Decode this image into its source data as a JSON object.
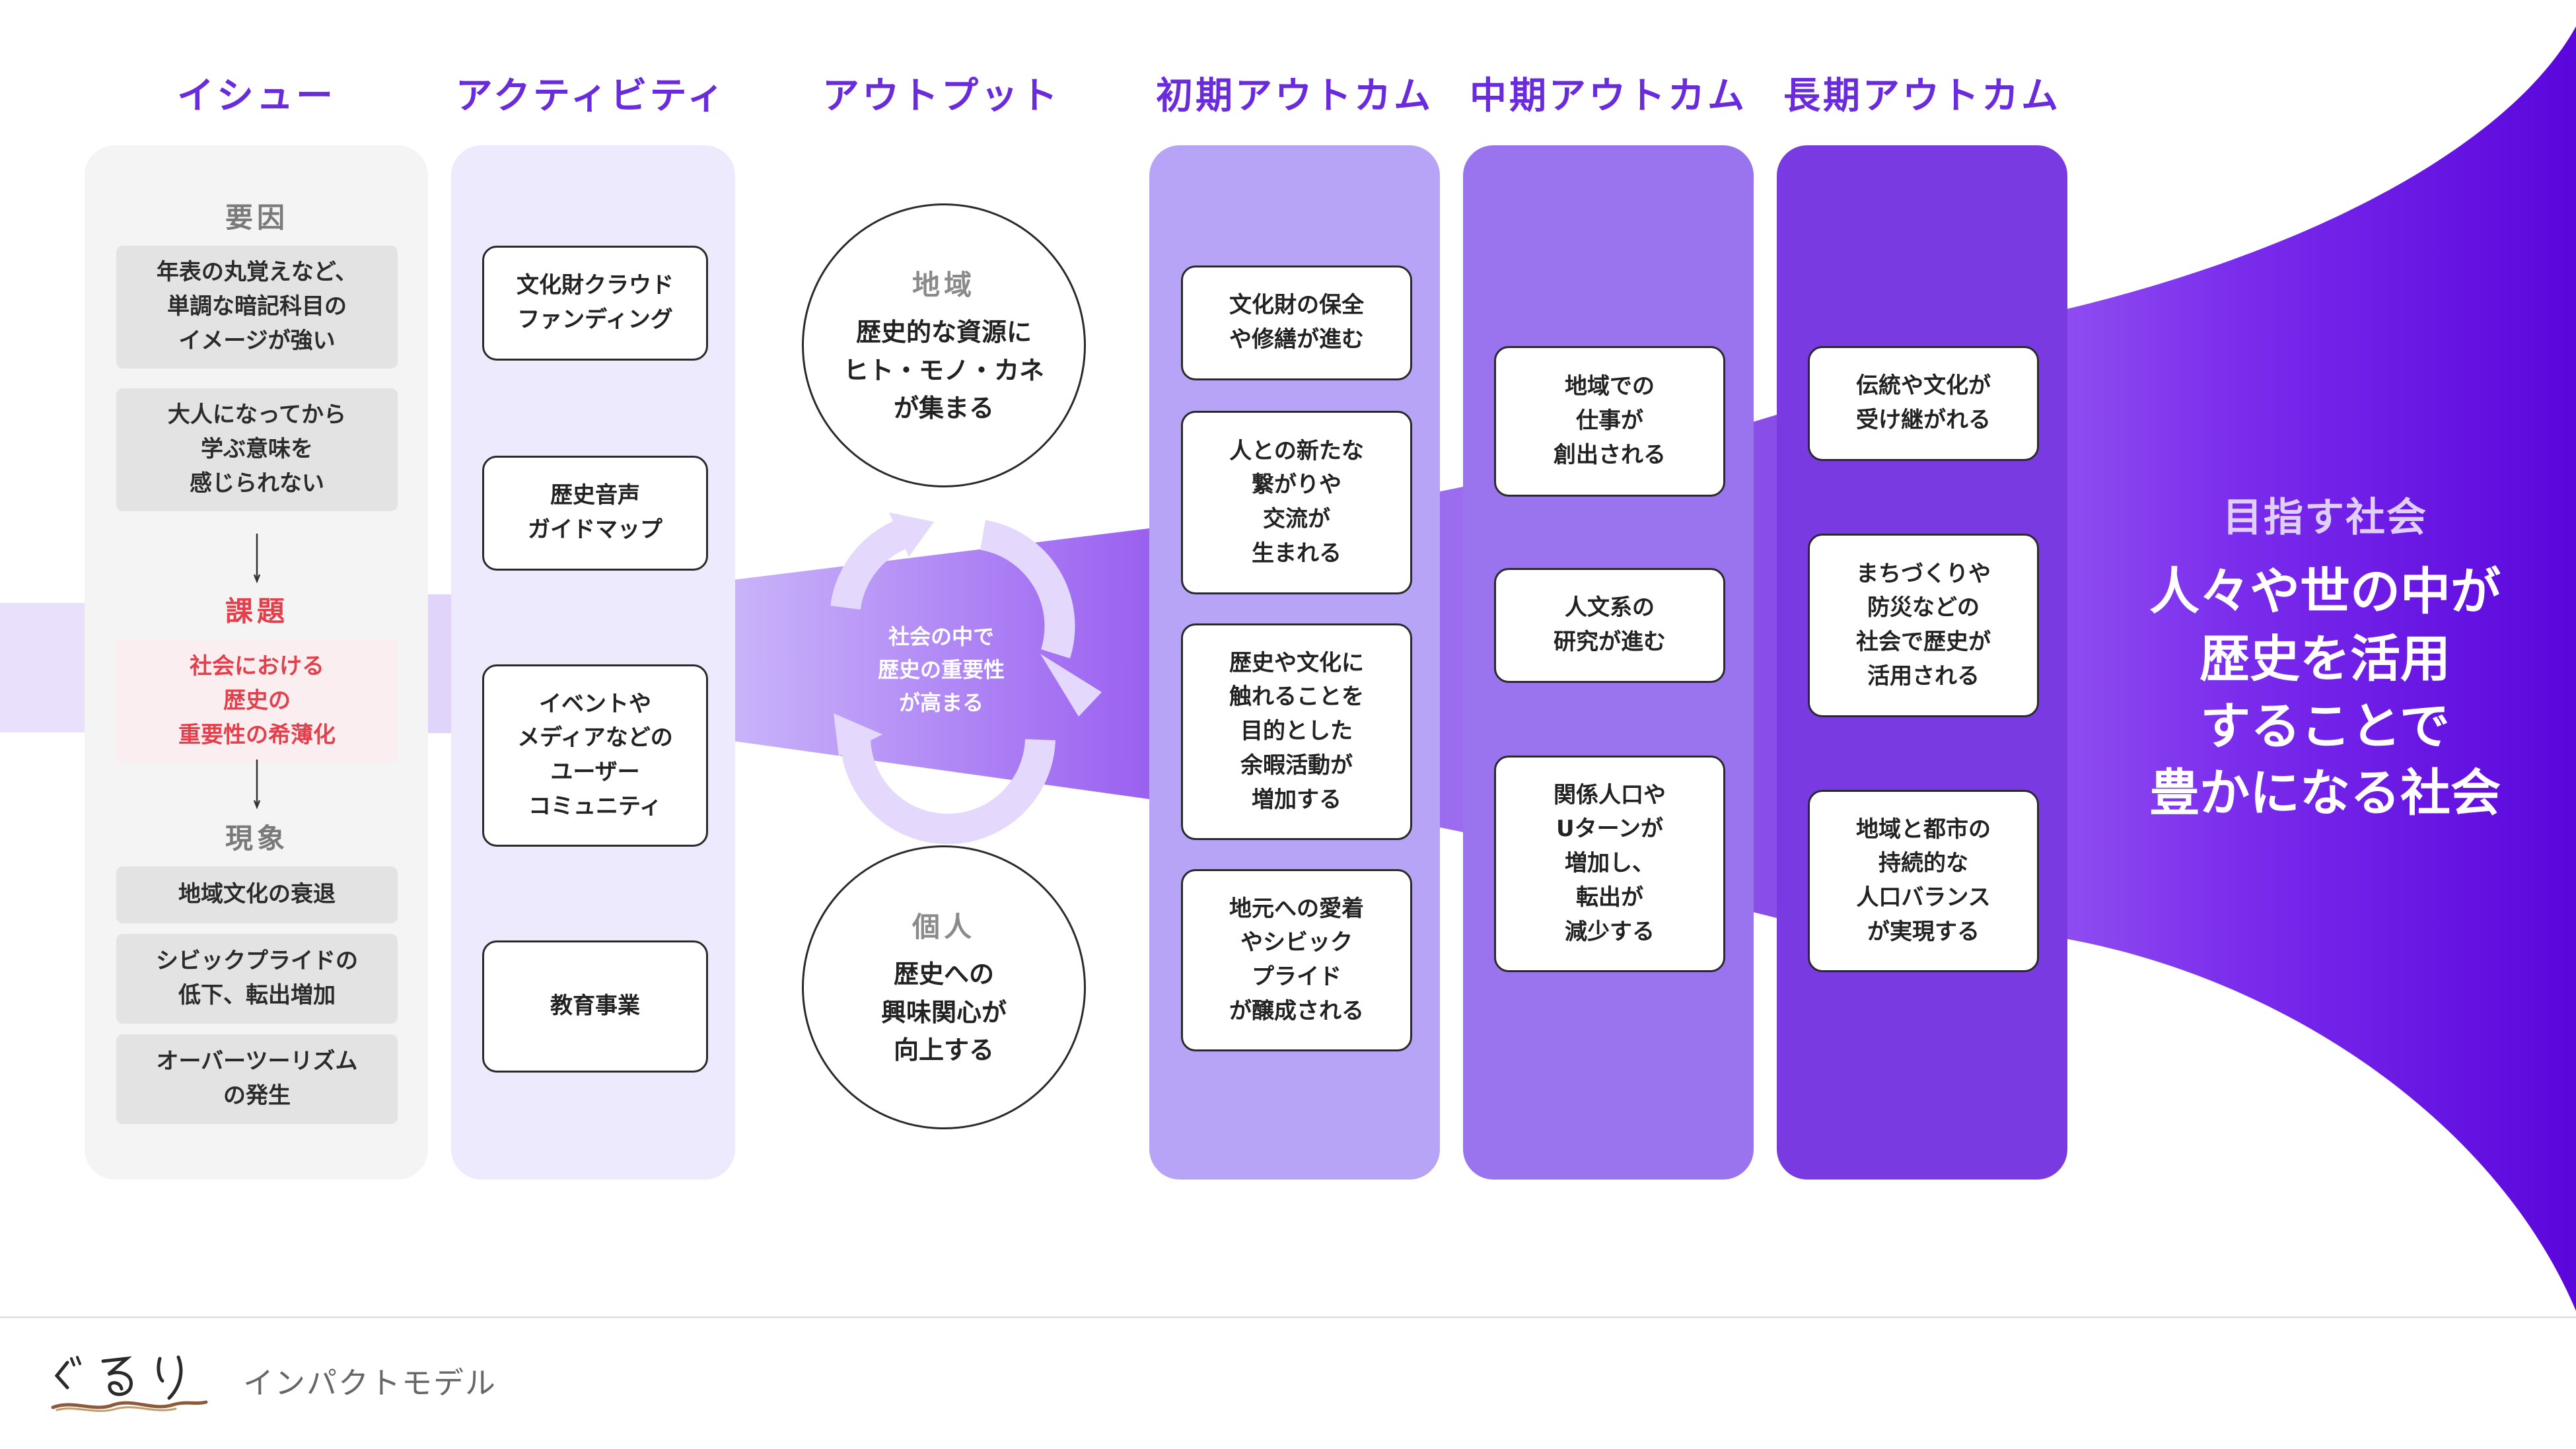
{
  "columns": {
    "issue": "イシュー",
    "activity": "アクティビティ",
    "output": "アウトプット",
    "initial": "初期アウトカム",
    "mid": "中期アウトカム",
    "long": "長期アウトカム"
  },
  "issue": {
    "cause_label": "要因",
    "causes": [
      "年表の丸覚えなど、\n単調な暗記科目の\nイメージが強い",
      "大人になってから\n学ぶ意味を\n感じられない"
    ],
    "problem_label": "課題",
    "problem": "社会における\n歴史の\n重要性の希薄化",
    "phenomenon_label": "現象",
    "phenomena": [
      "地域文化の衰退",
      "シビックプライドの\n低下、転出増加",
      "オーバーツーリズム\nの発生"
    ]
  },
  "activities": [
    "文化財クラウド\nファンディング",
    "歴史音声\nガイドマップ",
    "イベントや\nメディアなどの\nユーザー\nコミュニティ",
    "教育事業"
  ],
  "outputs": {
    "region": {
      "title": "地域",
      "text": "歴史的な資源に\nヒト・モノ・カネ\nが集まる"
    },
    "cycle": "社会の中で\n歴史の重要性\nが高まる",
    "individual": {
      "title": "個人",
      "text": "歴史への\n興味関心が\n向上する"
    }
  },
  "initial_outcomes": [
    "文化財の保全\nや修繕が進む",
    "人との新たな\n繋がりや\n交流が\n生まれる",
    "歴史や文化に\n触れることを\n目的とした\n余暇活動が\n増加する",
    "地元への愛着\nやシビック\nプライド\nが醸成される"
  ],
  "mid_outcomes": [
    "地域での\n仕事が\n創出される",
    "人文系の\n研究が進む",
    "関係人口や\nUターンが\n増加し、\n転出が\n減少する"
  ],
  "long_outcomes": [
    "伝統や文化が\n受け継がれる",
    "まちづくりや\n防災などの\n社会で歴史が\n活用される",
    "地域と都市の\n持続的な\n人口バランス\nが実現する"
  ],
  "goal": {
    "label": "目指す社会",
    "text": "人々や世の中が\n歴史を活用\nすることで\n豊かになる社会"
  },
  "footer": {
    "logo_text": "ぐるり",
    "title": "インパクトモデル"
  },
  "colors": {
    "accent": "#6a2bdc",
    "issue_panel": "#f4f4f4",
    "activity_panel": "#eeeafe",
    "initial_panel": "#b8a4f6",
    "mid_panel": "#9a74ee",
    "long_panel": "#7a3ae2",
    "problem_text": "#e3404c",
    "problem_bg": "#fbeef0",
    "funnel_dark": "#6c16e2"
  }
}
